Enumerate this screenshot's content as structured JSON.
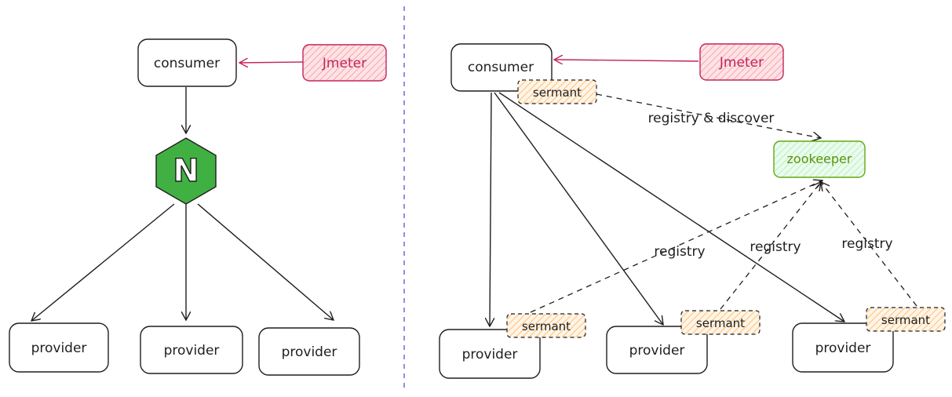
{
  "left": {
    "consumer": "consumer",
    "jmeter": "Jmeter",
    "nginx_letter": "N",
    "providers": [
      "provider",
      "provider",
      "provider"
    ]
  },
  "right": {
    "consumer": "consumer",
    "jmeter": "Jmeter",
    "sermant_consumer": "sermant",
    "zookeeper": "zookeeper",
    "edge_registry_discover": "registry & discover",
    "edge_registry": [
      "registry",
      "registry",
      "registry"
    ],
    "providers": [
      "provider",
      "provider",
      "provider"
    ],
    "sermants": [
      "sermant",
      "sermant",
      "sermant"
    ]
  },
  "colors": {
    "stroke": "#1e1e1e",
    "jmeter_stroke": "#c2255c",
    "jmeter_fill": "#ffc9c9",
    "sermant_fill": "#ffd8a8",
    "zookeeper_stroke": "#66a80f",
    "zookeeper_fill": "#d3f9d8",
    "nginx_fill": "#40b043",
    "divider": "#5c4fd6"
  }
}
